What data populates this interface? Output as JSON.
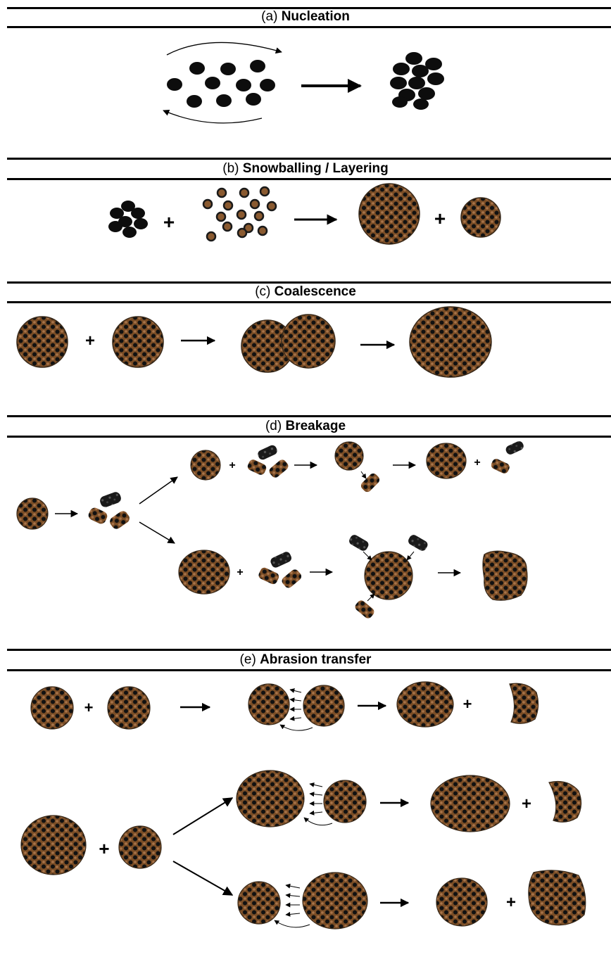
{
  "sections": [
    {
      "id": "a",
      "prefix": "(a)",
      "title": "Nucleation"
    },
    {
      "id": "b",
      "prefix": "(b)",
      "title": "Snowballing / Layering"
    },
    {
      "id": "c",
      "prefix": "(c)",
      "title": "Coalescence"
    },
    {
      "id": "d",
      "prefix": "(d)",
      "title": "Breakage"
    },
    {
      "id": "e",
      "prefix": "(e)",
      "title": "Abrasion transfer"
    }
  ],
  "symbols": {
    "plus": "+"
  },
  "colors": {
    "black_particle": "#0d0d0d",
    "brown_particle": "#8a5a30",
    "line": "#000000"
  }
}
